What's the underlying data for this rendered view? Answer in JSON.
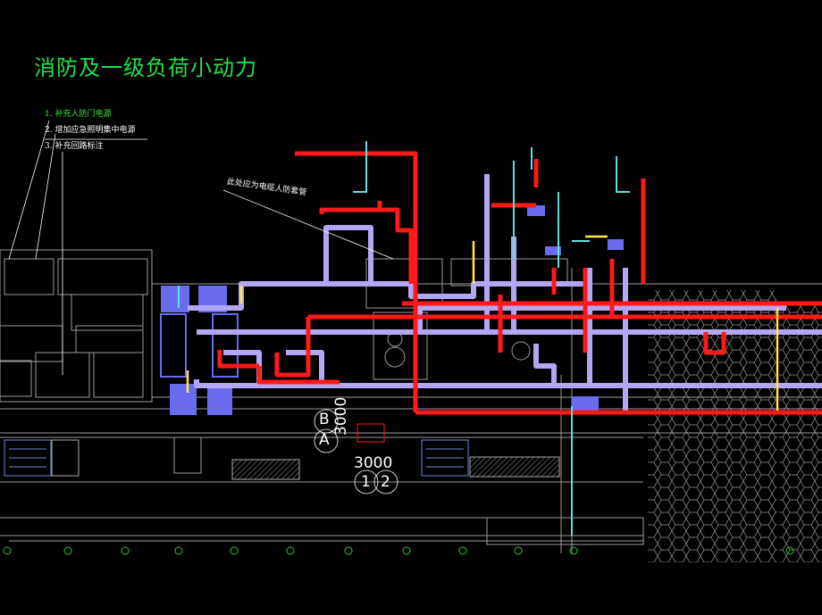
{
  "drawing": {
    "title": "消防及一级负荷小动力",
    "notes": [
      {
        "num": "1.",
        "text": "补充人防门电源",
        "color": "#3be63b"
      },
      {
        "num": "2.",
        "text": "增加应急照明集中电源",
        "color": "#ffffff"
      },
      {
        "num": "3.",
        "text": "补充回路标注",
        "color": "#ffffff"
      }
    ],
    "annotation": "此处应为电缆人防套管",
    "grid_labels": {
      "b": "B",
      "a": "A",
      "one": "1",
      "two": "2"
    },
    "dimensions": {
      "vertical": "3000",
      "horizontal": "3000"
    }
  },
  "colors": {
    "background": "#000000",
    "fire_duct": "#ff1a1a",
    "lavender_duct": "#b3a7f5",
    "blue_equipment": "#6a6cf0",
    "cyan_line": "#5fe0e0",
    "yellow_line": "#ffe840",
    "title_green": "#22e04a"
  }
}
